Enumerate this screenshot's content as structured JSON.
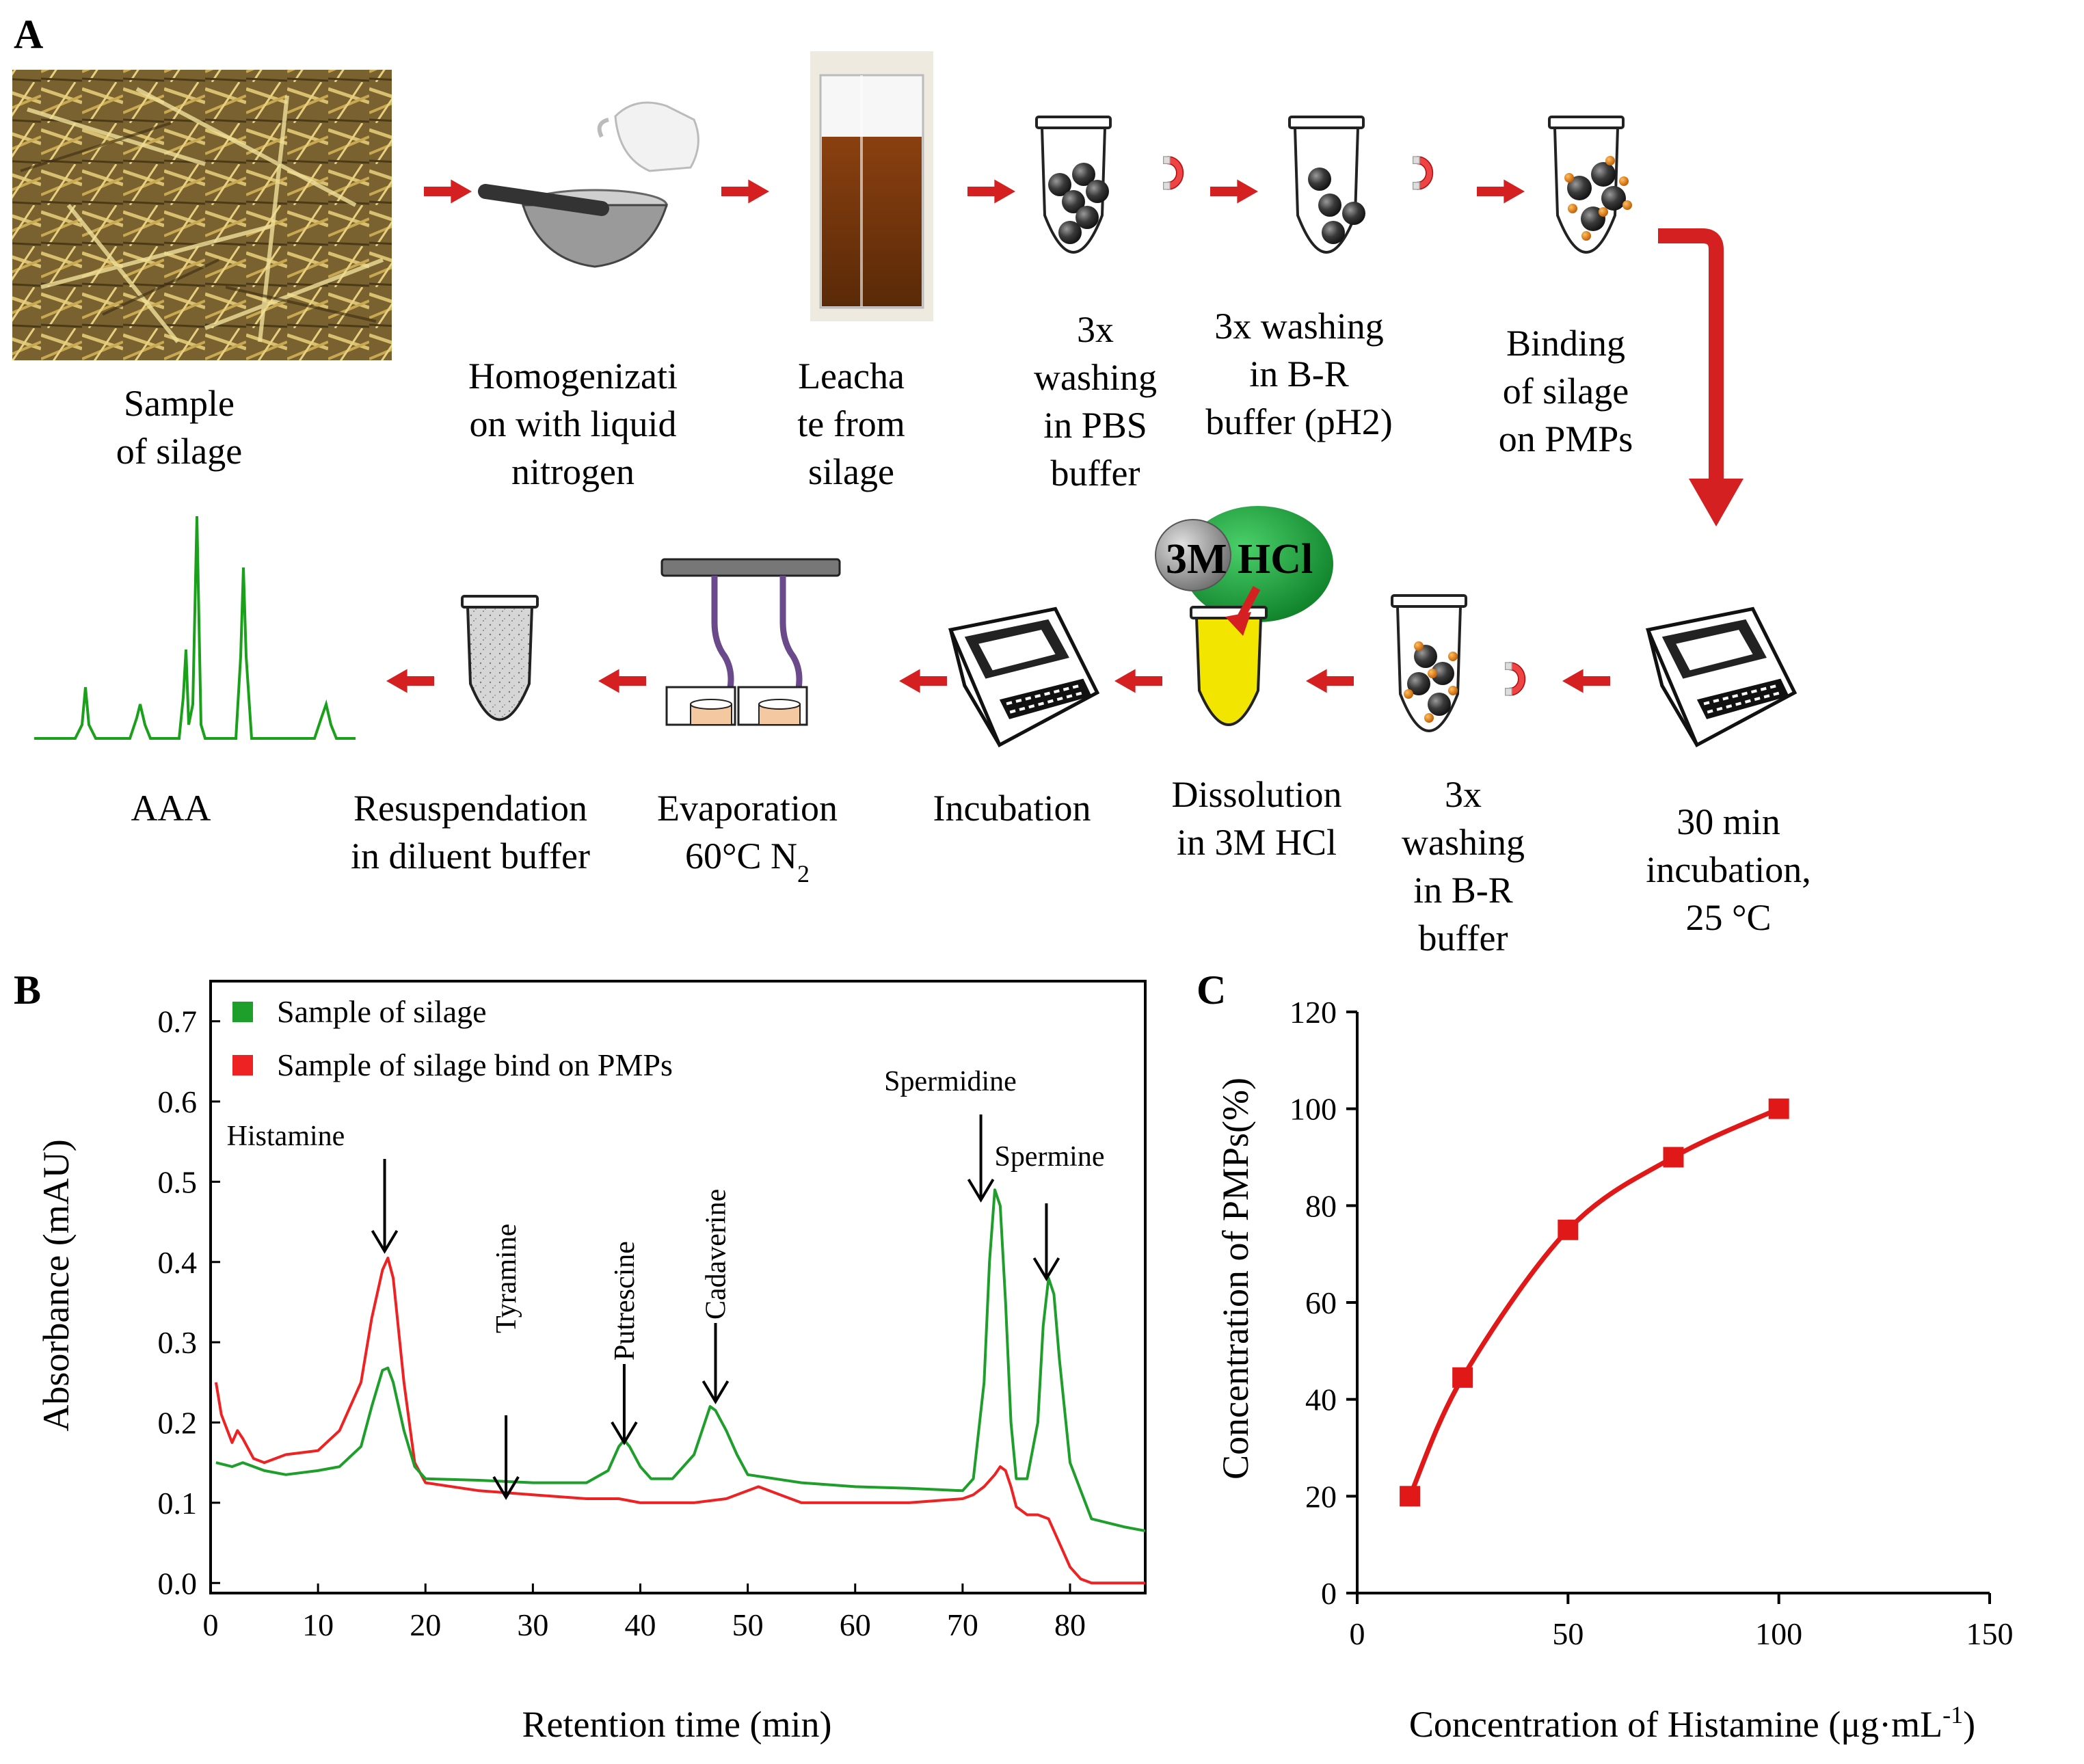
{
  "panelA": {
    "letter": "A",
    "steps": [
      {
        "key": "sample",
        "lines": [
          "Sample",
          "of silage"
        ]
      },
      {
        "key": "homogenization",
        "lines": [
          "Homogenizati",
          "on with liquid",
          "nitrogen"
        ]
      },
      {
        "key": "leachate",
        "lines": [
          "Leacha",
          "te from",
          "silage"
        ]
      },
      {
        "key": "wash_pbs",
        "lines": [
          "3x",
          "washing",
          "in PBS",
          "buffer"
        ]
      },
      {
        "key": "wash_br_ph2",
        "lines": [
          "3x washing",
          "in B-R",
          "buffer (pH2)"
        ]
      },
      {
        "key": "binding",
        "lines": [
          "Binding",
          "of silage",
          "on PMPs"
        ]
      },
      {
        "key": "incubation30",
        "lines": [
          "30 min",
          "incubation,",
          "25 °C"
        ]
      },
      {
        "key": "wash_br",
        "lines": [
          "3x",
          "washing",
          "in B-R",
          "buffer"
        ]
      },
      {
        "key": "dissolution",
        "lines": [
          "Dissolution",
          "in 3M HCl"
        ]
      },
      {
        "key": "incubation",
        "lines": [
          "Incubation"
        ]
      },
      {
        "key": "evaporation",
        "lines": [
          "Evaporation",
          "60°C N"
        ],
        "subscript": "2"
      },
      {
        "key": "resuspendation",
        "lines": [
          "Resuspendation",
          "in diluent buffer"
        ]
      },
      {
        "key": "aaa",
        "lines": [
          "AAA"
        ]
      }
    ],
    "hcl_label": "3M HCl",
    "colors": {
      "arrow": "#d42020",
      "tube_yellow": "#f2e600",
      "bead": "#2e2e2e",
      "particle": "#e07a10",
      "drop": "#1e9e3a",
      "chrom": "#1aa01a"
    }
  },
  "panelB": {
    "letter": "B",
    "legend": [
      {
        "label": "Sample of silage",
        "color": "#1e9e2a"
      },
      {
        "label": "Sample of silage bind on PMPs",
        "color": "#ee2222"
      }
    ],
    "peak_labels": [
      "Histamine",
      "Tyramine",
      "Putrescine",
      "Cadaverine",
      "Spermidine",
      "Spermine"
    ]
  },
  "panelC": {
    "letter": "C",
    "color": "#e01818"
  },
  "chart_data": [
    {
      "type": "line",
      "panel": "B",
      "xlabel": "Retention time (min)",
      "ylabel": "Absorbance (mAU)",
      "xlim": [
        0,
        87
      ],
      "ylim": [
        0,
        0.75
      ],
      "xticks": [
        0,
        10,
        20,
        30,
        40,
        50,
        60,
        70,
        80
      ],
      "yticks": [
        0.0,
        0.1,
        0.2,
        0.3,
        0.4,
        0.5,
        0.6,
        0.7
      ],
      "ytick_labels": [
        "0.0",
        "0.1",
        "0.2",
        "0.3",
        "0.4",
        "0.5",
        "0.6",
        "0.7"
      ],
      "series": [
        {
          "name": "Sample of silage",
          "color": "#1e9e2a",
          "x": [
            0.5,
            2,
            3,
            5,
            7,
            10,
            12,
            14,
            15,
            16,
            16.5,
            17,
            18,
            19,
            20,
            25,
            30,
            35,
            37,
            38,
            38.5,
            39,
            40,
            41,
            43,
            45,
            46,
            46.5,
            47,
            48,
            49,
            50,
            55,
            60,
            65,
            70,
            71,
            72,
            72.5,
            73,
            73.5,
            74,
            74.5,
            75,
            76,
            77,
            77.5,
            78,
            78.5,
            79,
            80,
            82,
            85,
            87
          ],
          "y": [
            0.15,
            0.145,
            0.15,
            0.14,
            0.135,
            0.14,
            0.145,
            0.17,
            0.22,
            0.265,
            0.268,
            0.25,
            0.19,
            0.145,
            0.13,
            0.128,
            0.125,
            0.125,
            0.14,
            0.17,
            0.178,
            0.17,
            0.145,
            0.13,
            0.13,
            0.16,
            0.2,
            0.22,
            0.215,
            0.19,
            0.16,
            0.135,
            0.125,
            0.12,
            0.118,
            0.115,
            0.13,
            0.25,
            0.4,
            0.49,
            0.47,
            0.35,
            0.2,
            0.13,
            0.13,
            0.2,
            0.32,
            0.38,
            0.36,
            0.28,
            0.15,
            0.08,
            0.07,
            0.065
          ]
        },
        {
          "name": "Sample of silage bind on PMPs",
          "color": "#ee2222",
          "x": [
            0.5,
            1,
            2,
            2.5,
            3,
            4,
            5,
            7,
            10,
            12,
            14,
            15,
            16,
            16.5,
            17,
            18,
            19,
            20,
            25,
            30,
            35,
            38,
            40,
            42,
            45,
            48,
            50,
            51,
            52,
            55,
            60,
            65,
            70,
            71,
            72,
            73,
            73.5,
            74,
            74.5,
            75,
            76,
            77,
            78,
            79,
            80,
            81,
            82,
            84,
            85,
            87
          ],
          "y": [
            0.25,
            0.21,
            0.175,
            0.19,
            0.18,
            0.155,
            0.15,
            0.16,
            0.165,
            0.19,
            0.25,
            0.33,
            0.39,
            0.405,
            0.38,
            0.25,
            0.15,
            0.125,
            0.115,
            0.11,
            0.105,
            0.105,
            0.1,
            0.1,
            0.1,
            0.105,
            0.115,
            0.12,
            0.115,
            0.1,
            0.1,
            0.1,
            0.105,
            0.11,
            0.12,
            0.135,
            0.145,
            0.14,
            0.12,
            0.095,
            0.085,
            0.085,
            0.08,
            0.05,
            0.02,
            0.005,
            0.0,
            0.0,
            0.0,
            0.0
          ]
        }
      ]
    },
    {
      "type": "line",
      "panel": "C",
      "xlabel": "Concentration of Histamine (μg·mL",
      "xlabel_sup": "-1",
      "xlabel_close": ")",
      "ylabel": "Concentration of PMPs(%)",
      "xlim": [
        0,
        150
      ],
      "ylim": [
        0,
        120
      ],
      "xticks": [
        0,
        50,
        100,
        150
      ],
      "yticks": [
        0,
        20,
        40,
        60,
        80,
        100,
        120
      ],
      "series": [
        {
          "color": "#e01818",
          "x": [
            12.5,
            25,
            50,
            75,
            100
          ],
          "y": [
            20,
            44.5,
            75,
            90,
            100
          ]
        }
      ]
    }
  ]
}
